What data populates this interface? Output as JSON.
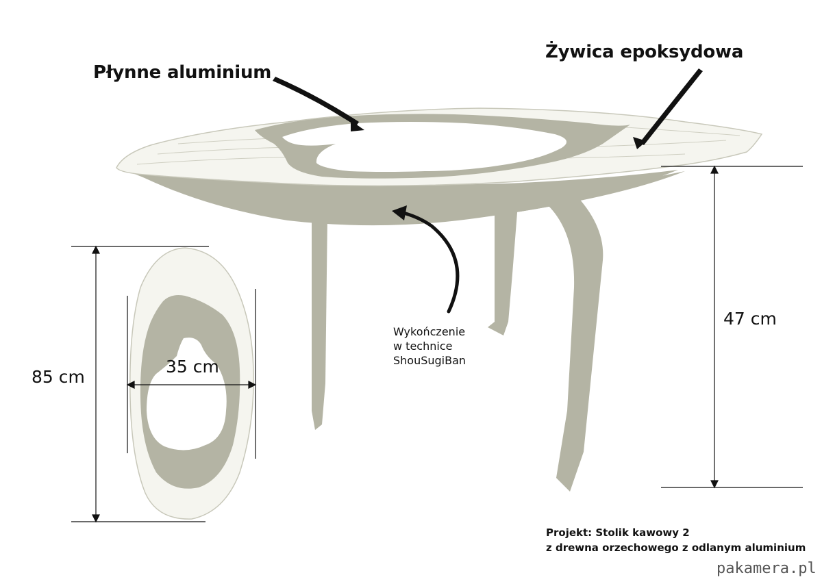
{
  "labels": {
    "aluminium": "Płynne aluminium",
    "epoxy": "Żywica epoksydowa",
    "finish": [
      "Wykończenie",
      "w technice",
      "ShouSugiBan"
    ],
    "height": "47 cm",
    "length": "85 cm",
    "width": "35 cm"
  },
  "project": {
    "line1": "Projekt: Stolik kawowy 2",
    "line2": "z drewna orzechowego z odlanym aluminium"
  },
  "brand": "pakamera.pl",
  "colors": {
    "wood": "#b4b4a4",
    "aluminium": "#ffffff",
    "ink": "#111111"
  }
}
